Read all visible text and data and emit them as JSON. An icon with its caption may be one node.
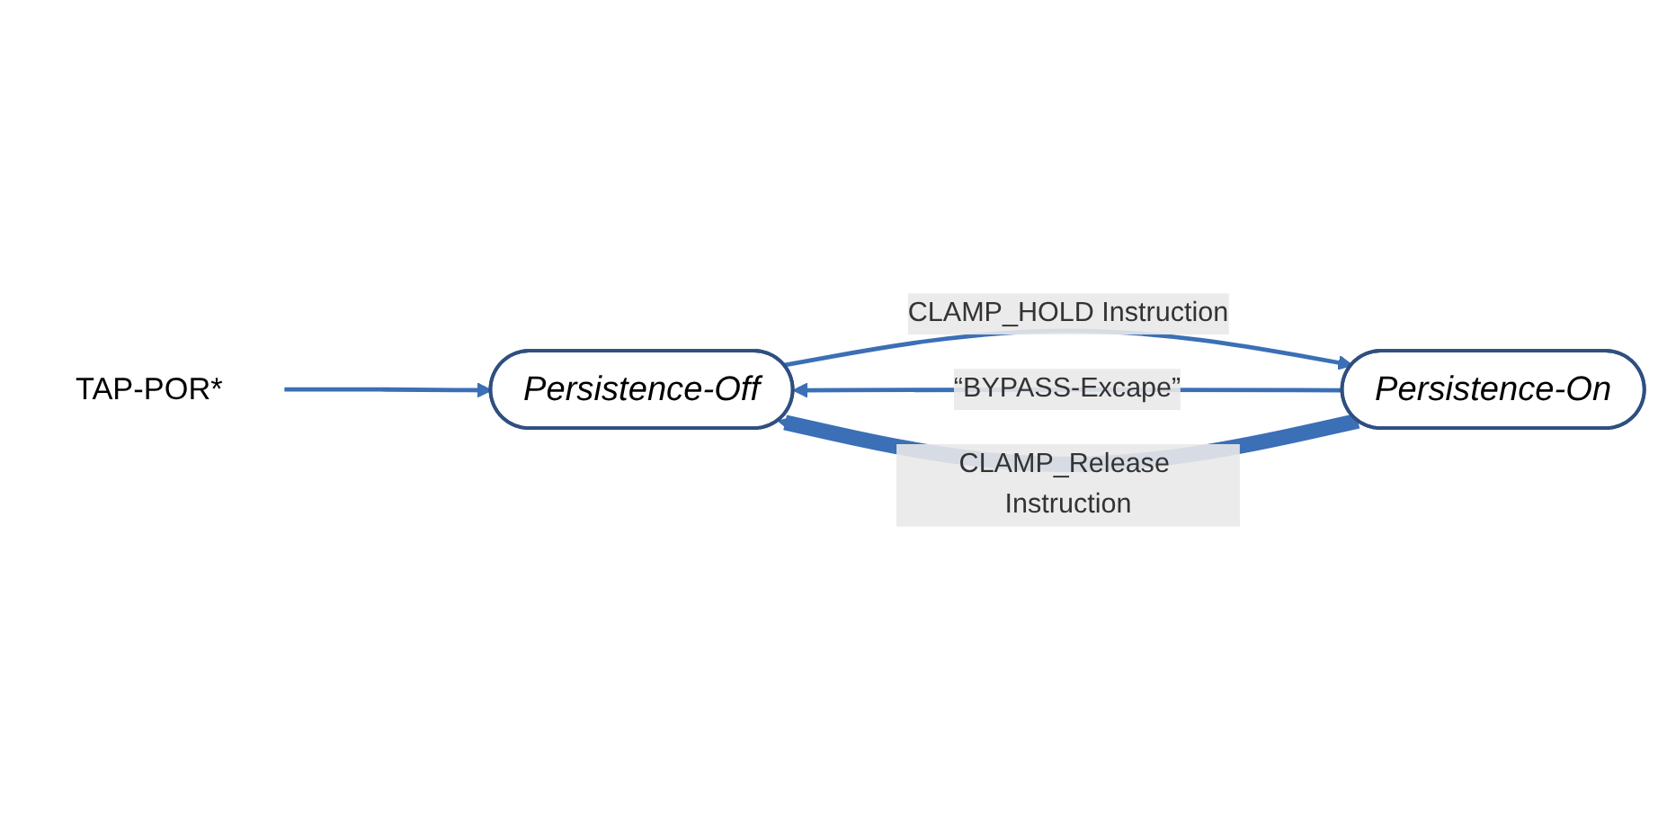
{
  "diagram": {
    "nodes": [
      {
        "text": [
          "Persistence-Off"
        ]
      },
      {
        "text": [
          "Persistence-On"
        ]
      },
      {
        "text": [
          "TAP-POR*"
        ]
      }
    ],
    "edges": [
      {
        "from": 0,
        "to": 1,
        "arrow": "to",
        "label": "CLAMP_HOLD Instruction"
      },
      {
        "from": 1,
        "to": 0,
        "arrow": "to",
        "label": "“BYPASS-Excape”"
      },
      {
        "from": 1,
        "to": 0,
        "arrow": "to",
        "label": "CLAMP_Release Instruction",
        "style": "thick"
      },
      {
        "from": 2,
        "to": 0,
        "arrow": "to"
      }
    ]
  }
}
